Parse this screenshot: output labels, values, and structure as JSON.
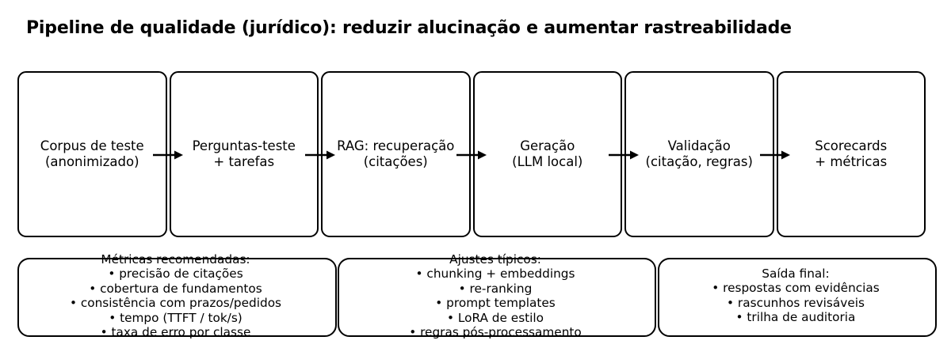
{
  "title": "Pipeline de qualidade (jurídico): reduzir alucinação e aumentar rastreabilidade",
  "colors": {
    "ink": "#000000",
    "background": "#ffffff"
  },
  "pipeline": {
    "stages": [
      {
        "line1": "Corpus de teste",
        "line2": "(anonimizado)"
      },
      {
        "line1": "Perguntas-teste",
        "line2": "+ tarefas"
      },
      {
        "line1": "RAG: recuperação",
        "line2": "(citações)"
      },
      {
        "line1": "Geração",
        "line2": "(LLM local)"
      },
      {
        "line1": "Validação",
        "line2": "(citação, regras)"
      },
      {
        "line1": "Scorecards",
        "line2": "+ métricas"
      }
    ]
  },
  "notes": [
    {
      "heading": "Métricas recomendadas:",
      "items": [
        "• precisão de citações",
        "• cobertura de fundamentos",
        "• consistência com prazos/pedidos",
        "• tempo (TTFT / tok/s)",
        "• taxa de erro por classe"
      ]
    },
    {
      "heading": "Ajustes típicos:",
      "items": [
        "• chunking + embeddings",
        "• re-ranking",
        "• prompt templates",
        "• LoRA de estilo",
        "• regras pós-processamento"
      ]
    },
    {
      "heading": "Saída final:",
      "items": [
        "• respostas com evidências",
        "• rascunhos revisáveis",
        "• trilha de auditoria"
      ]
    }
  ]
}
